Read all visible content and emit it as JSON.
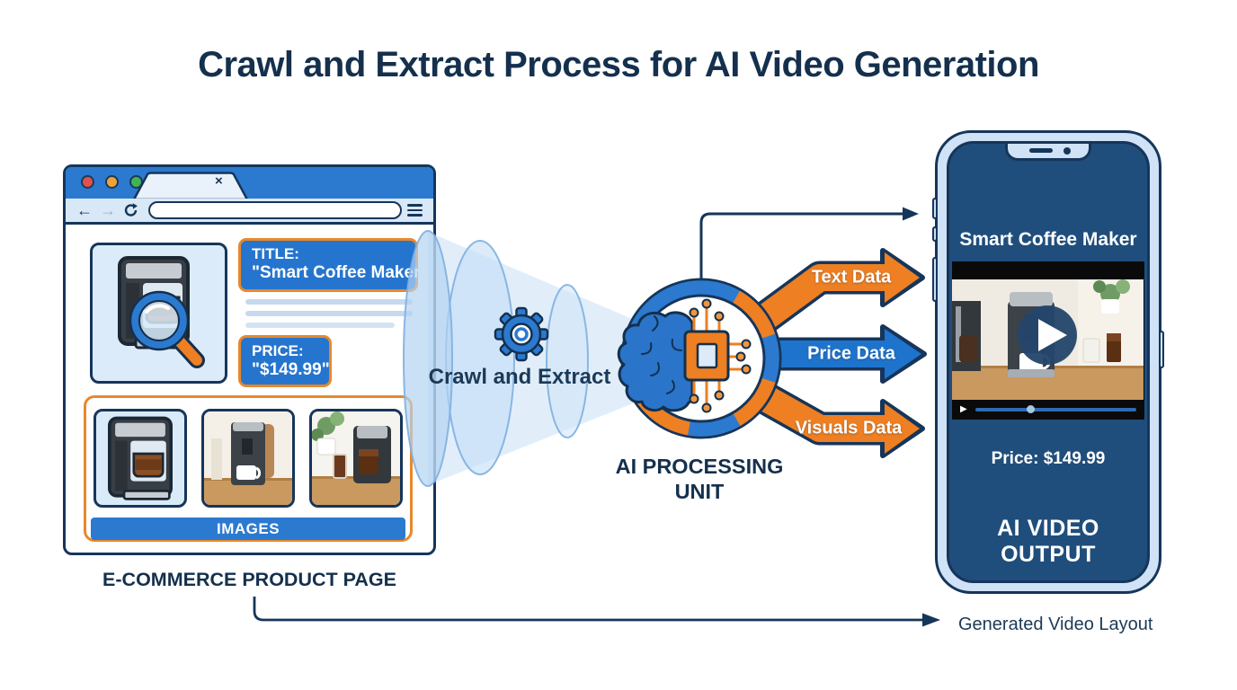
{
  "title": "Crawl and Extract Process for AI Video Generation",
  "browser": {
    "icons": {
      "close_tab": "×",
      "back": "←",
      "forward": "→",
      "reload": "reload-arrow",
      "menu": "hamburger"
    },
    "url_value": "",
    "content": {
      "title_box": {
        "label": "TITLE:",
        "value": "\"Smart Coffee Maker\""
      },
      "price_box": {
        "label": "PRICE:",
        "value": "\"$149.99\""
      },
      "images_label": "IMAGES"
    },
    "caption": "E-COMMERCE PRODUCT PAGE"
  },
  "funnel": {
    "label": "Crawl and Extract"
  },
  "processor": {
    "line1": "AI PROCESSING",
    "line2": "UNIT"
  },
  "flows": [
    {
      "label": "Text Data",
      "color": "#ee7f22"
    },
    {
      "label": "Price Data",
      "color": "#1e74cc"
    },
    {
      "label": "Visuals Data",
      "color": "#ee7f22"
    }
  ],
  "phone": {
    "product_title": "Smart Coffee Maker",
    "play_icon": "▶",
    "price_text": "Price: $149.99",
    "output_label": "AI VIDEO OUTPUT",
    "progress_percent": 32
  },
  "footer": {
    "generated_label": "Generated Video Layout"
  },
  "colors": {
    "accent_blue": "#2b7ad0",
    "accent_orange": "#ee7f22",
    "navy": "#16355a",
    "screen_navy": "#204e7c",
    "funnel_blue": "#aecff0"
  }
}
